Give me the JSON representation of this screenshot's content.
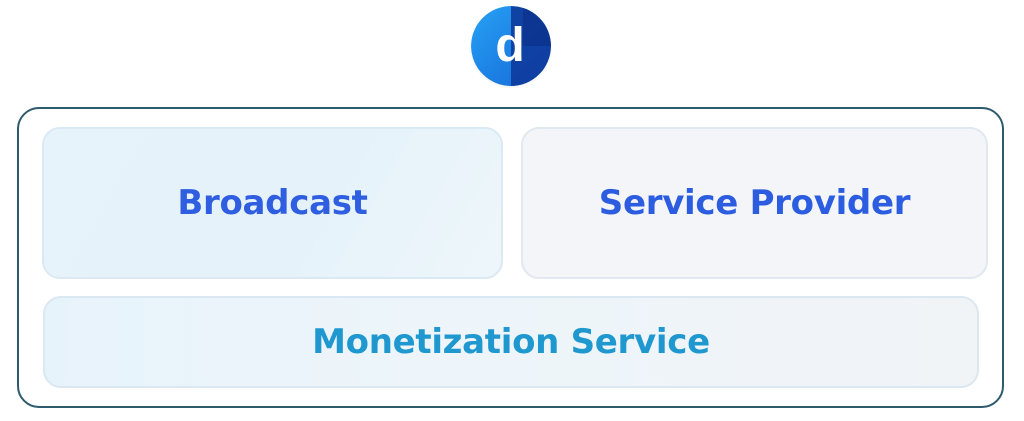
{
  "logo": {
    "icon": "d-letter-logo-icon",
    "letter": "d",
    "colors": {
      "light": "#1a86e8",
      "dark": "#0c2f8a",
      "letter": "#ffffff"
    }
  },
  "diagram": {
    "frame_border_color": "#2d5a6c",
    "blocks": {
      "broadcast": {
        "label": "Broadcast",
        "color": "#2f5fe0"
      },
      "service_provider": {
        "label": "Service Provider",
        "color": "#2c5de0"
      },
      "monetization": {
        "label": "Monetization Service",
        "color": "#1f97cf"
      }
    }
  }
}
